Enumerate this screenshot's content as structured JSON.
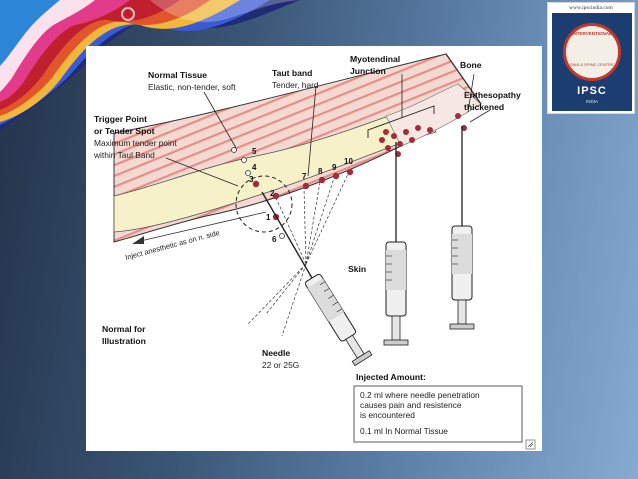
{
  "logo": {
    "url": "www.ipscindia.com",
    "ring_text": "INTERVENTIONAL",
    "sub_text": "PAIN & SPINE CENTRE",
    "name": "IPSC",
    "country": "INDIA"
  },
  "diagram": {
    "normal_tissue": {
      "title": "Normal Tissue",
      "desc": "Elastic, non-tender, soft"
    },
    "taut_band": {
      "title": "Taut band",
      "desc": "Tender, hard"
    },
    "myotendinal": {
      "line1": "Myotendinal",
      "line2": "Junction"
    },
    "bone": "Bone",
    "enthesopathy": {
      "line1": "Enthesopathy",
      "line2": "thickened"
    },
    "trigger_point": {
      "line1": "Trigger Point",
      "line2": "or Tender Spot",
      "desc1": "Maximum tender point",
      "desc2": "within Taul Band"
    },
    "inject_text": "Inject anesthetic as on n. side",
    "skin": "Skin",
    "normal_for": {
      "line1": "Normal for",
      "line2": "Illustration"
    },
    "needle": {
      "title": "Needle",
      "desc": "22 or 25G"
    },
    "injected": {
      "title": "Injected Amount:",
      "line1": "0.2 ml where needle penetration",
      "line2": "causes pain and resistence",
      "line3": "is encountered",
      "line4": "0.1 ml In Normal Tissue"
    },
    "point_numbers": [
      "1",
      "2",
      "3",
      "4",
      "5",
      "6",
      "7",
      "8",
      "9",
      "10"
    ]
  },
  "colors": {
    "band": "#f4d9d2",
    "band_stripe": "#e58f88",
    "taut": "#f6f1c8",
    "dot": "#a52a3a"
  }
}
